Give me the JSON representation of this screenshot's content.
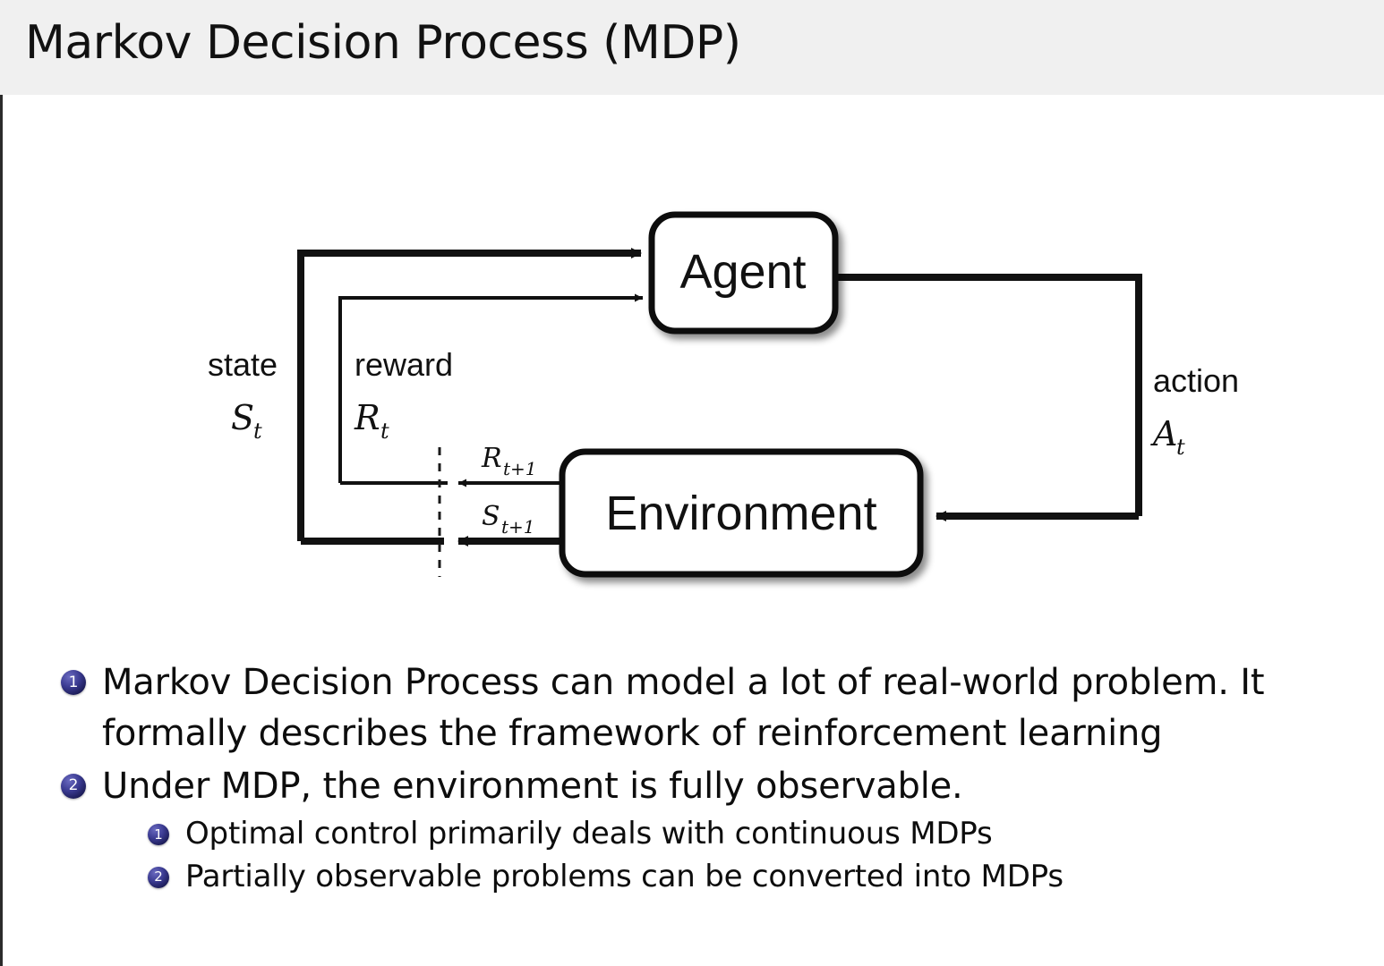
{
  "slide": {
    "title": "Markov Decision Process (MDP)",
    "header_bg": "#f0f0f0",
    "background": "#ffffff",
    "bullet_color": "#2b2b7a",
    "text_color": "#0d0d0d"
  },
  "diagram": {
    "name": "agent-environment-interaction-loop",
    "agent_box": {
      "label": "Agent"
    },
    "environment_box": {
      "label": "Environment"
    },
    "signals": {
      "state_word": "state",
      "state_symbol": "S",
      "state_subscript": "t",
      "reward_word": "reward",
      "reward_symbol": "R",
      "reward_subscript": "t",
      "action_word": "action",
      "action_symbol": "A",
      "action_subscript": "t",
      "next_reward_symbol": "R",
      "next_reward_subscript": "t+1",
      "next_state_symbol": "S",
      "next_state_subscript": "t+1"
    }
  },
  "bullets": [
    {
      "index": "1",
      "level": 1,
      "line1": "Markov Decision Process can model a lot of real-world problem. It",
      "line2": "formally describes the framework of reinforcement learning"
    },
    {
      "index": "2",
      "level": 1,
      "line1": "Under MDP, the environment is fully observable.",
      "line2": ""
    },
    {
      "index": "1",
      "level": 2,
      "line1": "Optimal control primarily deals with continuous MDPs",
      "line2": ""
    },
    {
      "index": "2",
      "level": 2,
      "line1": "Partially observable problems can be converted into MDPs",
      "line2": ""
    }
  ]
}
